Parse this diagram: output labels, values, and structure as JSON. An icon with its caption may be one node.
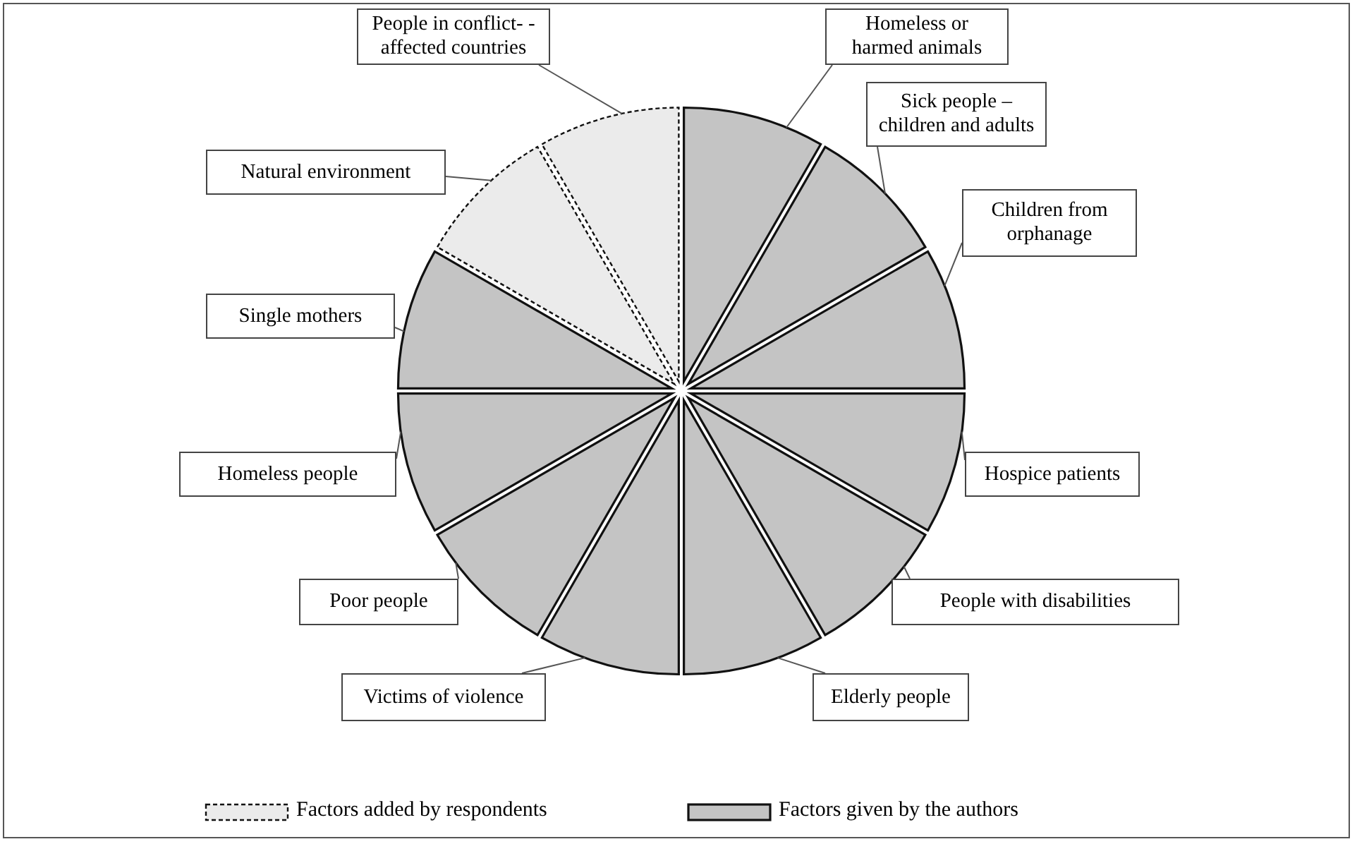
{
  "diagram": {
    "nodes": [
      {
        "text": [
          "People in conflict- -affected countries"
        ]
      },
      {
        "text": [
          "Homeless or harmed animals"
        ]
      },
      {
        "text": [
          "Sick people – children and adults"
        ]
      },
      {
        "text": [
          "Natural environment"
        ]
      },
      {
        "text": [
          "Children from orphanage"
        ]
      },
      {
        "text": [
          "Single mothers"
        ]
      },
      {
        "text": [
          "Homeless people"
        ]
      },
      {
        "text": [
          "Hospice patients"
        ]
      },
      {
        "text": [
          "Poor people"
        ]
      },
      {
        "text": [
          "People with disabilities"
        ]
      },
      {
        "text": [
          "Victims of violence"
        ]
      },
      {
        "text": [
          "Elderly people"
        ]
      },
      {
        "text": [],
        "shape": "sector"
      },
      {
        "text": [],
        "shape": "sector"
      },
      {
        "text": [],
        "shape": "sector"
      },
      {
        "text": [],
        "shape": "sector"
      },
      {
        "text": [],
        "shape": "sector"
      },
      {
        "text": [],
        "shape": "sector"
      },
      {
        "text": [],
        "shape": "sector"
      },
      {
        "text": [],
        "shape": "sector"
      },
      {
        "text": [],
        "shape": "sector"
      },
      {
        "text": [],
        "shape": "sector"
      },
      {
        "text": [],
        "shape": "sector"
      },
      {
        "text": [],
        "shape": "sector"
      }
    ],
    "edges": [
      {
        "from": 0,
        "to": 23,
        "arrow": "none"
      },
      {
        "from": 1,
        "to": 12,
        "arrow": "none"
      },
      {
        "from": 2,
        "to": 13,
        "arrow": "none"
      },
      {
        "from": 3,
        "to": 22,
        "arrow": "none"
      },
      {
        "from": 4,
        "to": 14,
        "arrow": "none"
      },
      {
        "from": 5,
        "to": 21,
        "arrow": "none"
      },
      {
        "from": 6,
        "to": 20,
        "arrow": "none"
      },
      {
        "from": 7,
        "to": 15,
        "arrow": "none"
      },
      {
        "from": 8,
        "to": 19,
        "arrow": "none"
      },
      {
        "from": 9,
        "to": 16,
        "arrow": "none"
      },
      {
        "from": 10,
        "to": 18,
        "arrow": "none"
      },
      {
        "from": 11,
        "to": 17,
        "arrow": "none"
      }
    ],
    "legend": [
      {
        "text": "Factors added by respondents",
        "color": "#ebebeb"
      },
      {
        "text": "Factors given by the authors",
        "color": "#c4c4c4"
      }
    ]
  }
}
